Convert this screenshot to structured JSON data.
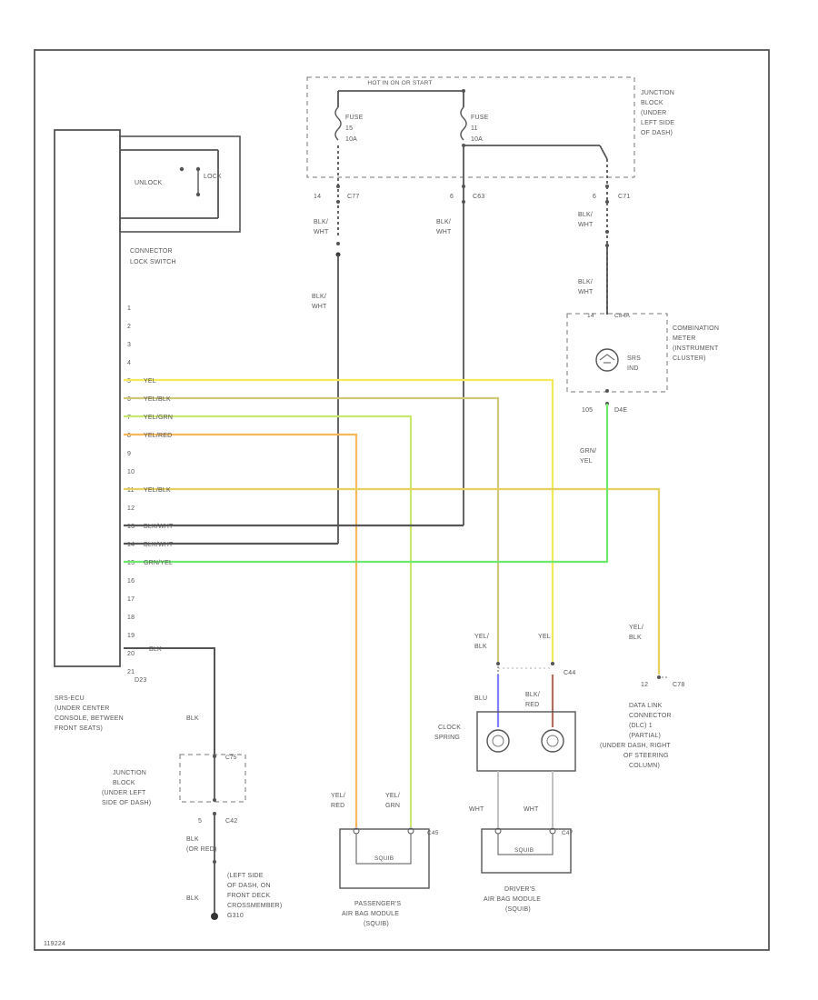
{
  "hot_label": "HOT IN ON OR START",
  "junction_block_dash_label": [
    "JUNCTION",
    "BLOCK",
    "(UNDER",
    "LEFT SIDE",
    "OF DASH)"
  ],
  "fuses": [
    {
      "label": "FUSE",
      "number": "15",
      "amps": "10A"
    },
    {
      "label": "FUSE",
      "number": "11",
      "amps": "10A"
    }
  ],
  "lock_switch": {
    "unlock": "UNLOCK",
    "lock": "LOCK",
    "label": [
      "CONNECTOR",
      "LOCK SWITCH"
    ]
  },
  "pins": [
    "1",
    "2",
    "3",
    "4",
    "5",
    "6",
    "7",
    "8",
    "9",
    "10",
    "11",
    "12",
    "13",
    "14",
    "15",
    "16",
    "17",
    "18",
    "19",
    "20",
    "21"
  ],
  "wire_colors": {
    "yel": "#f2ea5a",
    "yel_blk": "#cfc878",
    "yel_grn": "#c8e870",
    "yel_red": "#f7b85a",
    "yel_blk2": "#e6d060",
    "blk_wht": "#555555",
    "grn_yel": "#6ee86e",
    "blk": "#555555",
    "blu": "#7f7fff",
    "blk_red": "#b07060",
    "wht": "#bbbbbb"
  },
  "wire_labels": {
    "p5": "YEL",
    "p6": "YEL/BLK",
    "p7": "YEL/GRN",
    "p8": "YEL/RED",
    "p11": "YEL/BLK",
    "p13": "BLK/WHT",
    "p14": "BLK/WHT",
    "p15": "GRN/YEL",
    "p20": "BLK"
  },
  "connectors": {
    "c77_14": {
      "pin": "14",
      "name": "C77"
    },
    "c63": {
      "pin": "6",
      "name": "C63"
    },
    "c71": {
      "pin": "6",
      "name": "C71"
    },
    "c44": {
      "name": "C44"
    },
    "c78": {
      "pin": "12",
      "name": "C78"
    },
    "c42": {
      "pin": "5",
      "name": "C42"
    },
    "c75": {
      "name": "C75"
    },
    "c45": {
      "name": "C45"
    },
    "c47": {
      "name": "C47"
    },
    "d23": {
      "name": "D23"
    },
    "c84": {
      "pin": "14",
      "name": "C84A"
    },
    "d4e": {
      "pin": "105",
      "name": "D4E"
    }
  },
  "blk_wht_label": [
    "BLK/",
    "WHT"
  ],
  "combination_meter": {
    "label": [
      "COMBINATION",
      "METER",
      "(INSTRUMENT",
      "CLUSTER)"
    ],
    "lamp": [
      "SRS",
      "IND"
    ]
  },
  "grn_yel_label": [
    "GRN/",
    "YEL"
  ],
  "srs_ecu_label": [
    "SRS-ECU",
    "(UNDER CENTER",
    "CONSOLE, BETWEEN",
    "FRONT SEATS)"
  ],
  "junction_block_left_label": [
    "JUNCTION",
    "BLOCK",
    "(UNDER LEFT",
    "SIDE OF DASH)"
  ],
  "blk_label": "BLK",
  "blk_or_red_label": [
    "BLK",
    "(OR RED)"
  ],
  "ground_label": [
    "(LEFT SIDE",
    "OF DASH, ON",
    "FRONT DECK",
    "CROSSMEMBER)"
  ],
  "ground_id": "G310",
  "clock_spring": {
    "label": [
      "CLOCK",
      "SPRING"
    ]
  },
  "dlc_label": [
    "DATA LINK",
    "CONNECTOR",
    "(DLC) 1",
    "(PARTIAL)",
    "(UNDER DASH, RIGHT",
    "OF STEERING",
    "COLUMN)"
  ],
  "yel_blk_label": [
    "YEL/",
    "BLK"
  ],
  "yel_label": "YEL",
  "blu_label": "BLU",
  "blk_red_label": [
    "BLK/",
    "RED"
  ],
  "wht_label": "WHT",
  "yel_red_label": [
    "YEL/",
    "RED"
  ],
  "yel_grn_label": [
    "YEL/",
    "GRN"
  ],
  "passenger_module": {
    "label": [
      "PASSENGER'S",
      "AIR BAG MODULE",
      "(SQUIB)"
    ],
    "inner": "SQUIB"
  },
  "driver_module": {
    "label": [
      "DRIVER'S",
      "AIR BAG MODULE",
      "(SQUIB)"
    ],
    "inner": "SQUIB"
  },
  "corner_id": "119224"
}
